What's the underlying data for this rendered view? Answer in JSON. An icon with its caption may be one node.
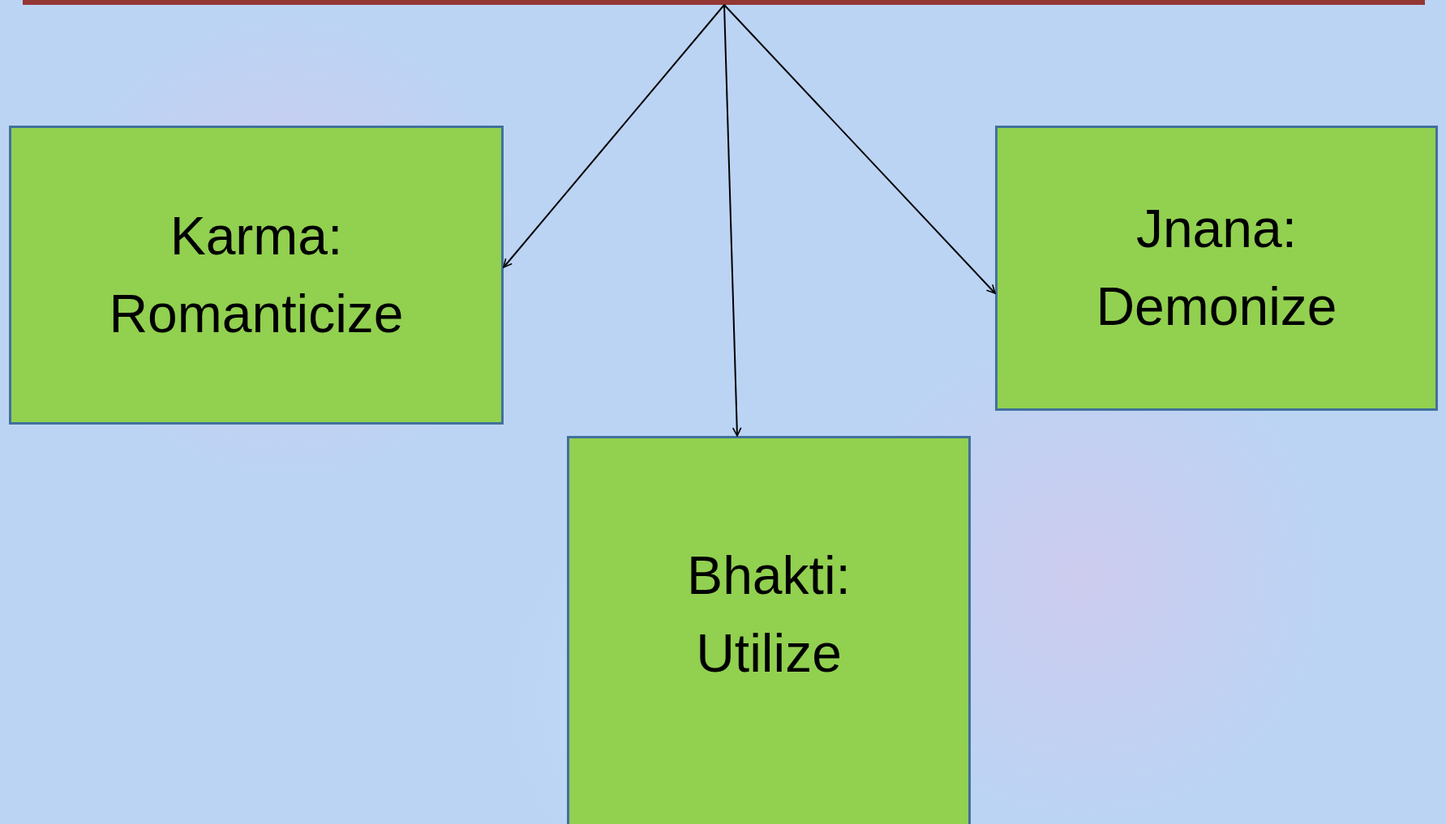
{
  "diagram": {
    "nodes": [
      {
        "text": [],
        "shape": "bar"
      },
      {
        "text": [
          "Karma: Romanticize"
        ]
      },
      {
        "text": [
          "Jnana: Demonize"
        ]
      },
      {
        "text": [
          "Bhakti: Utilize"
        ]
      }
    ],
    "edges": [
      {
        "from": 0,
        "to": 1,
        "arrow": "to"
      },
      {
        "from": 0,
        "to": 3,
        "arrow": "to"
      },
      {
        "from": 0,
        "to": 2,
        "arrow": "to"
      }
    ]
  }
}
